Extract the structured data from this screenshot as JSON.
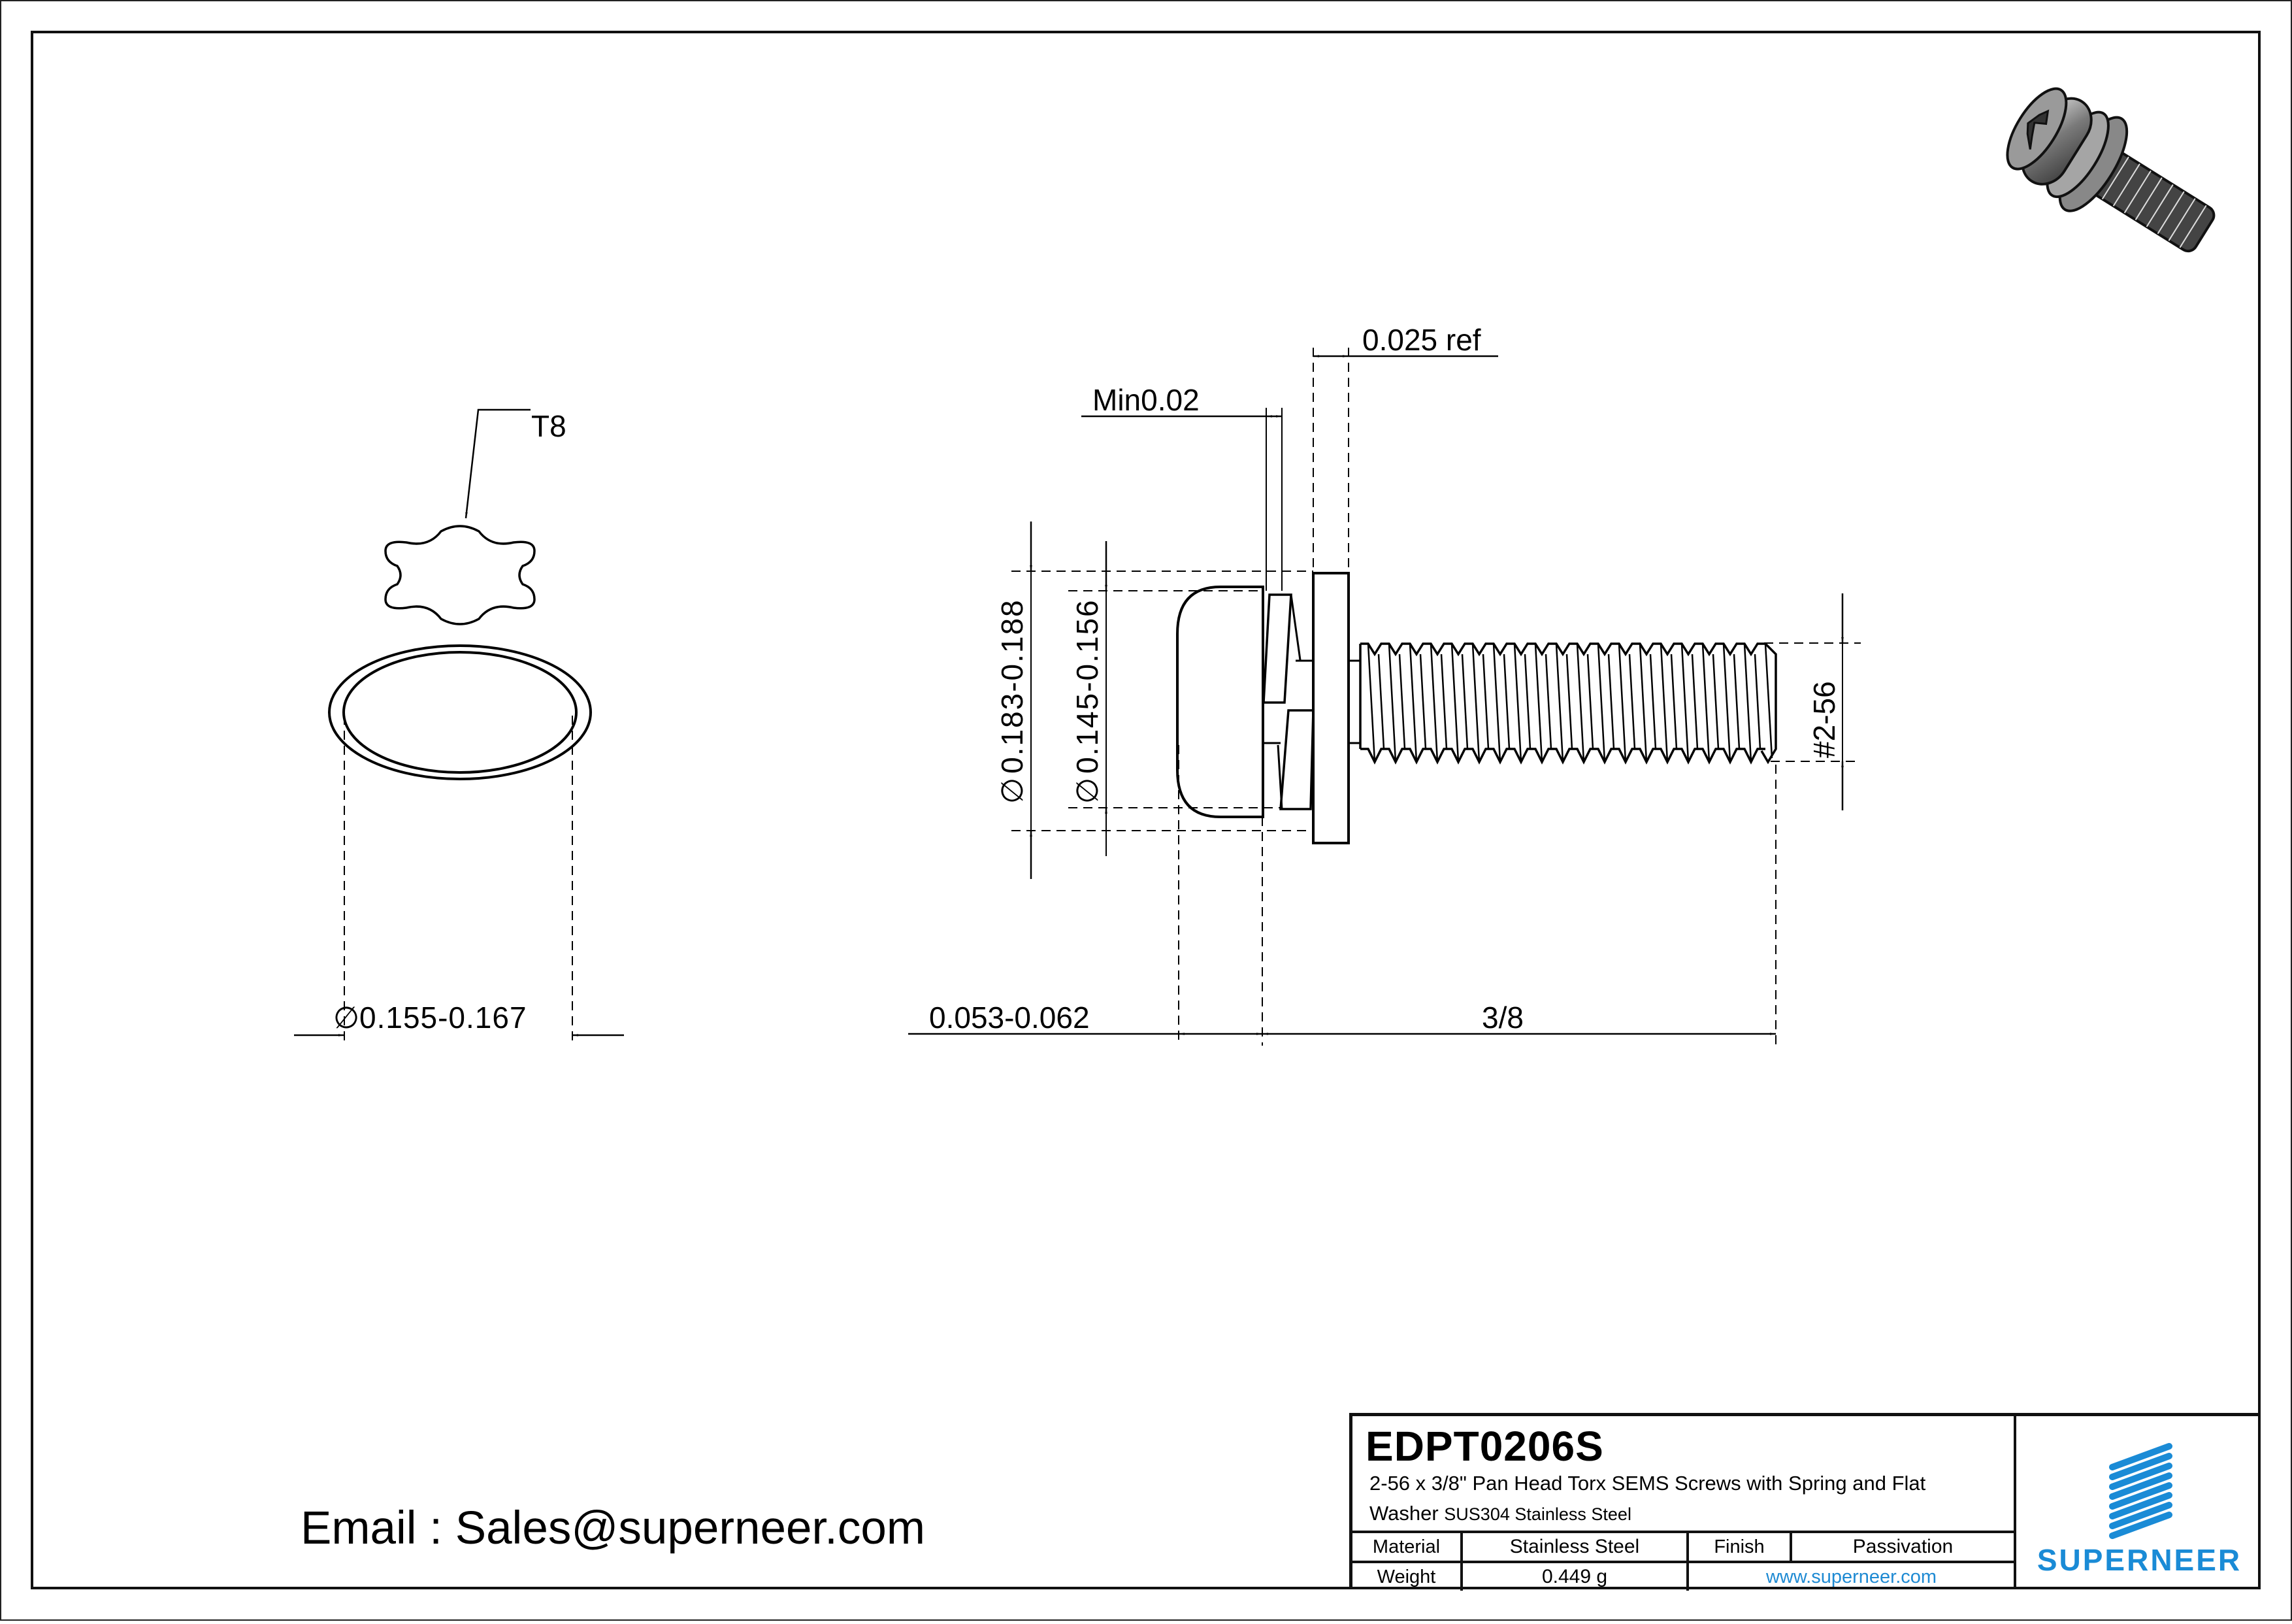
{
  "drawing": {
    "part_number": "EDPT0206S",
    "description_line1": "2-56 x 3/8\" Pan Head Torx SEMS Screws with Spring and Flat",
    "description_line2_main": "Washer",
    "description_line2_small": "SUS304 Stainless Steel",
    "email": "Email : Sales@superneer.com"
  },
  "title_block": {
    "material_label": "Material",
    "material_value": "Stainless Steel",
    "finish_label": "Finish",
    "finish_value": "Passivation",
    "weight_label": "Weight",
    "weight_value": "0.449 g",
    "website": "www.superneer.com",
    "logo_text": "SUPERNEER",
    "logo_color": "#1a8bd6"
  },
  "dimensions": {
    "drive": "T8",
    "head_face_dia": "0.155-0.167",
    "flat_washer_od": "0.183-0.188",
    "head_dia": "0.145-0.156",
    "spring_washer_thk": "Min0.02",
    "flat_washer_thk": "0.025 ref",
    "thread": "#2-56",
    "head_height": "0.053-0.062",
    "length": "3/8",
    "dia_symbol": "∅"
  },
  "views": {
    "end_view": "top-view-torx-recess",
    "side_view": "side-elevation",
    "iso_view": "3d-render"
  }
}
